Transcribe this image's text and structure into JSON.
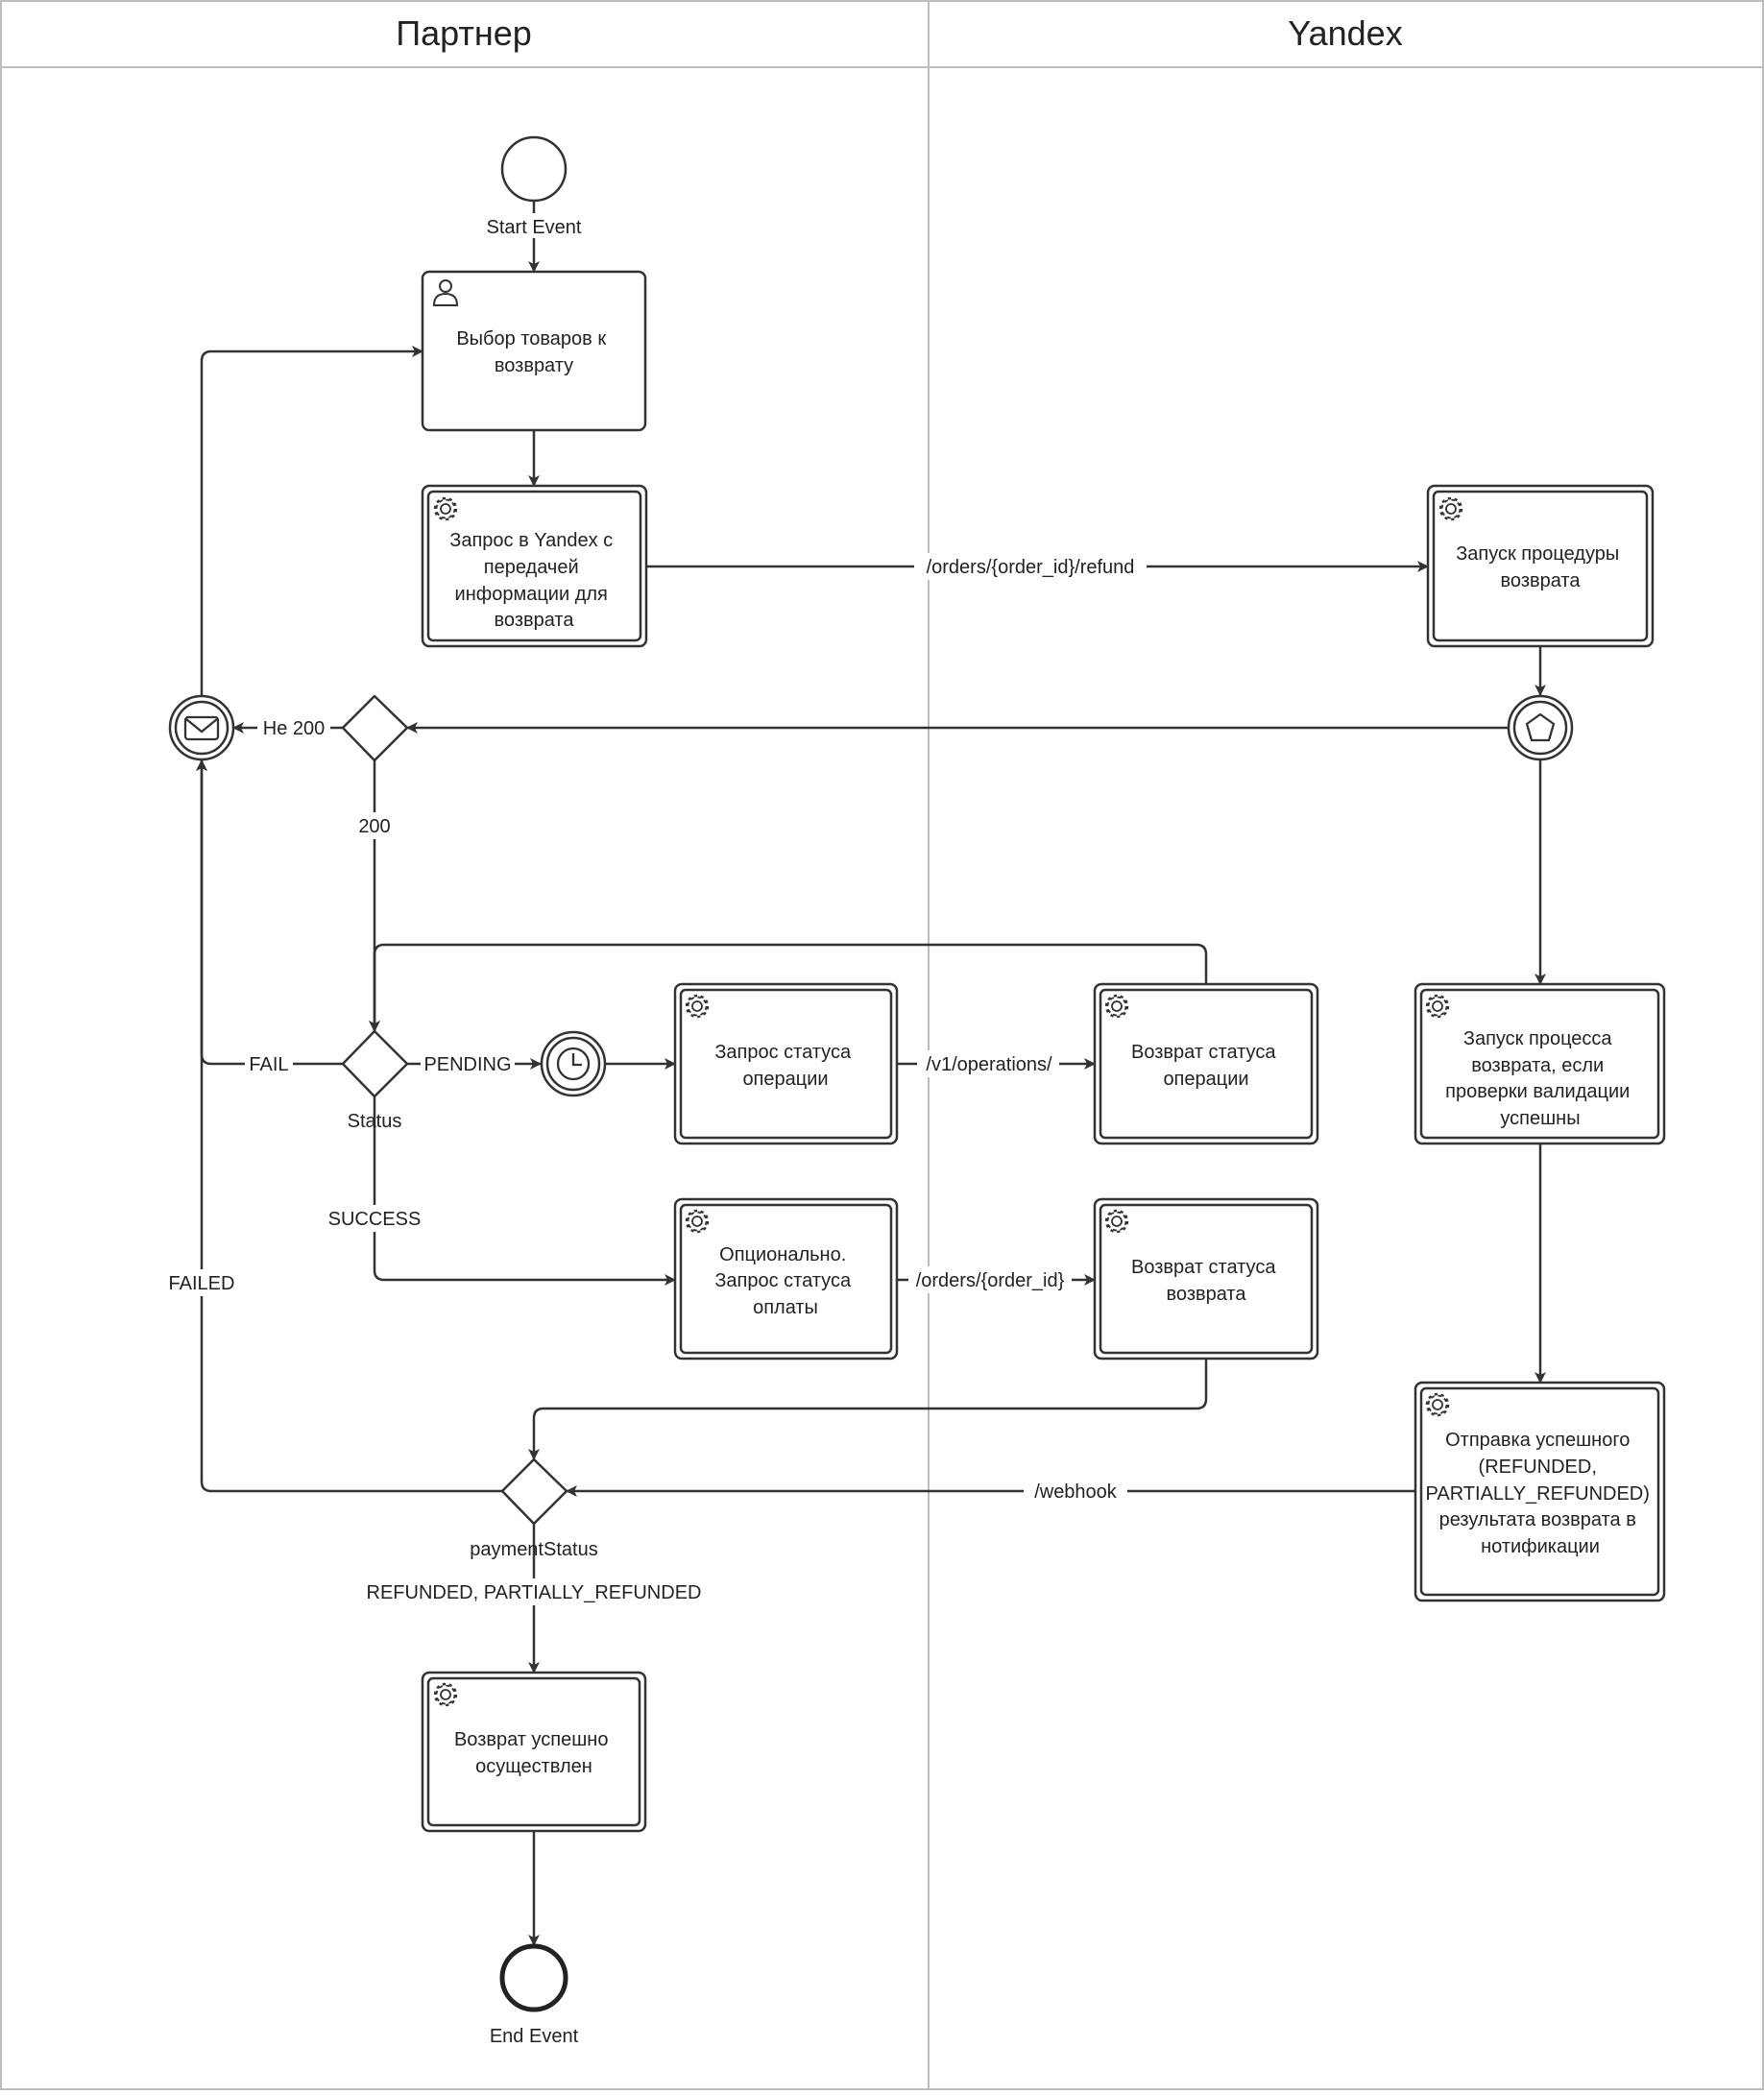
{
  "lanes": {
    "partner": "Партнер",
    "yandex": "Yandex"
  },
  "events": {
    "start": "Start Event",
    "end": "End Event"
  },
  "tasks": {
    "select_items": [
      "Выбор товаров к",
      "возврату"
    ],
    "request_yandex": [
      "Запрос в Yandex с",
      "передачей",
      "информации для",
      "возврата"
    ],
    "start_refund_procedure": [
      "Запуск процедуры",
      "возврата"
    ],
    "request_op_status": [
      "Запрос статуса",
      "операции"
    ],
    "return_op_status": [
      "Возврат статуса",
      "операции"
    ],
    "start_refund_process": [
      "Запуск процесса",
      "возврата, если",
      "проверки валидации",
      "успешны"
    ],
    "optional_payment_status": [
      "Опционально.",
      "Запрос статуса",
      "оплаты"
    ],
    "return_refund_status": [
      "Возврат статуса",
      "возврата"
    ],
    "send_success_result": [
      "Отправка успешного",
      "(REFUNDED,",
      "PARTIALLY_REFUNDED)",
      "результата возврата в",
      "нотификации"
    ],
    "refund_done": [
      "Возврат успешно",
      "осуществлен"
    ]
  },
  "flows": {
    "refund_endpoint": "/orders/{order_id}/refund",
    "not_200": "Не 200",
    "ok_200": "200",
    "fail": "FAIL",
    "pending": "PENDING",
    "success": "SUCCESS",
    "failed": "FAILED",
    "operations_endpoint": "/v1/operations/",
    "order_endpoint": "/orders/{order_id}",
    "webhook": "/webhook",
    "refunded_values": "REFUNDED, PARTIALLY_REFUNDED"
  },
  "gateways": {
    "status": "Status",
    "payment_status": "paymentStatus"
  },
  "colors": {
    "stroke": "#333333",
    "lane_border": "#bdbdbd",
    "background": "#ffffff"
  }
}
